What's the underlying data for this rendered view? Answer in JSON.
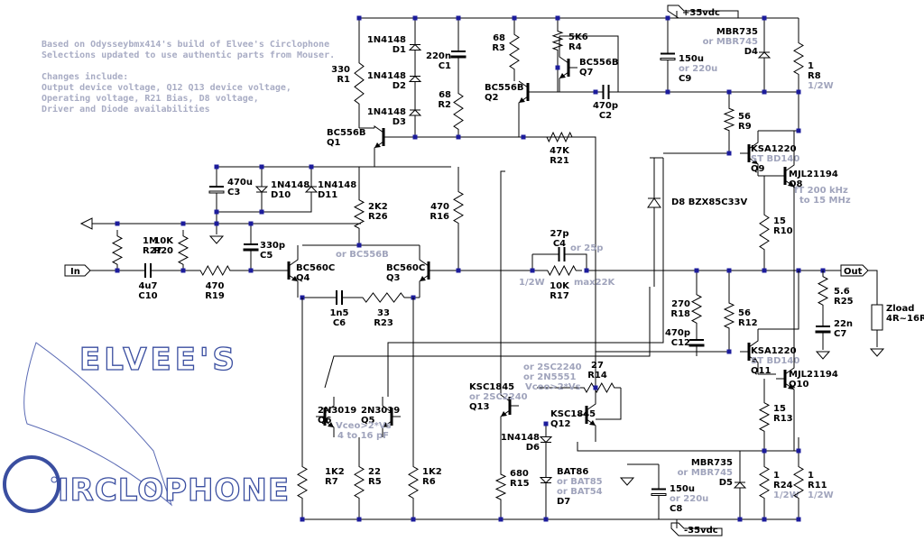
{
  "notes": {
    "lines": [
      "Based on Odysseybmx414's build of Elvee's Circlophone",
      "Selections updated to use authentic parts from Mouser.",
      "",
      "Changes include:",
      "Output device voltage, Q12 Q13 device voltage,",
      "Operating voltage, R21 Bias, D8 voltage,",
      "Driver and Diode availabilities"
    ]
  },
  "logo": {
    "title": "ELVEE'S",
    "name": "CIRCLOPHONE",
    "name_rest": "IRCLOPHONE"
  },
  "rails": {
    "pos": "+35vdc",
    "neg": "-35vdc"
  },
  "ports": {
    "in": "In",
    "out": "Out"
  },
  "load": {
    "name": "Zload",
    "value": "4R~16R"
  },
  "notes_inline": {
    "r17_power": "1/2W",
    "r17_max": "max22K",
    "q5q6_vceo": "Vceo>2*Vs",
    "q5q6_cap": "4 to 16 pF",
    "q13_vceo": "Vceo>2*Vs",
    "q8_ft": "fT 200 kHz",
    "q8_ft2": "to 15 MHz",
    "q4_alt": "or BC556B"
  },
  "parts": {
    "R1": {
      "ref": "R1",
      "value": "330"
    },
    "R2": {
      "ref": "R2",
      "value": "68"
    },
    "R3": {
      "ref": "R3",
      "value": "68"
    },
    "R4": {
      "ref": "R4",
      "value": "5K6"
    },
    "R5": {
      "ref": "R5",
      "value": "22"
    },
    "R6": {
      "ref": "R6",
      "value": "1K2"
    },
    "R7": {
      "ref": "R7",
      "value": "1K2"
    },
    "R8": {
      "ref": "R8",
      "value": "1",
      "note": "1/2W"
    },
    "R9": {
      "ref": "R9",
      "value": "56"
    },
    "R10": {
      "ref": "R10",
      "value": "15"
    },
    "R11": {
      "ref": "R11",
      "value": "1",
      "note": "1/2W"
    },
    "R12": {
      "ref": "R12",
      "value": "56"
    },
    "R13": {
      "ref": "R13",
      "value": "15"
    },
    "R14": {
      "ref": "R14",
      "value": "27"
    },
    "R15": {
      "ref": "R15",
      "value": "680"
    },
    "R16": {
      "ref": "R16",
      "value": "470"
    },
    "R17": {
      "ref": "R17",
      "value": "10K"
    },
    "R18": {
      "ref": "R18",
      "value": "270"
    },
    "R19": {
      "ref": "R19",
      "value": "470"
    },
    "R20": {
      "ref": "R20",
      "value": "10K"
    },
    "R21": {
      "ref": "R21",
      "value": "47K"
    },
    "R23": {
      "ref": "R23",
      "value": "33"
    },
    "R24": {
      "ref": "R24",
      "value": "1",
      "note": "1/2W"
    },
    "R25": {
      "ref": "R25",
      "value": "5.6"
    },
    "R26": {
      "ref": "R26",
      "value": "2K2"
    },
    "R27": {
      "ref": "R27",
      "value": "1M"
    },
    "C1": {
      "ref": "C1",
      "value": "220n"
    },
    "C2": {
      "ref": "C2",
      "value": "470p"
    },
    "C3": {
      "ref": "C3",
      "value": "470u"
    },
    "C4": {
      "ref": "C4",
      "value": "27p",
      "alt": "or 25p"
    },
    "C5": {
      "ref": "C5",
      "value": "330p"
    },
    "C6": {
      "ref": "C6",
      "value": "1n5"
    },
    "C7": {
      "ref": "C7",
      "value": "22n"
    },
    "C8": {
      "ref": "C8",
      "value": "150u",
      "alt": "or 220u"
    },
    "C9": {
      "ref": "C9",
      "value": "150u",
      "alt": "or 220u"
    },
    "C10": {
      "ref": "C10",
      "value": "4u7"
    },
    "C12": {
      "ref": "C12",
      "value": "470p"
    },
    "D1": {
      "ref": "D1",
      "value": "1N4148"
    },
    "D2": {
      "ref": "D2",
      "value": "1N4148"
    },
    "D3": {
      "ref": "D3",
      "value": "1N4148"
    },
    "D4": {
      "ref": "D4",
      "value": "MBR735",
      "alt": "or MBR745"
    },
    "D5": {
      "ref": "D5",
      "value": "MBR735",
      "alt": "or MBR745"
    },
    "D6": {
      "ref": "D6",
      "value": "1N4148"
    },
    "D7": {
      "ref": "D7",
      "value": "BAT86",
      "alt": "or BAT85",
      "alt2": "or BAT54"
    },
    "D8": {
      "ref": "D8",
      "value": "BZX85C33V"
    },
    "D10": {
      "ref": "D10",
      "value": "1N4148"
    },
    "D11": {
      "ref": "D11",
      "value": "1N4148"
    },
    "Q1": {
      "ref": "Q1",
      "value": "BC556B"
    },
    "Q2": {
      "ref": "Q2",
      "value": "BC556B"
    },
    "Q3": {
      "ref": "Q3",
      "value": "BC560C"
    },
    "Q4": {
      "ref": "Q4",
      "value": "BC560C"
    },
    "Q5": {
      "ref": "Q5",
      "value": "2N3019"
    },
    "Q6": {
      "ref": "Q6",
      "value": "2N3019"
    },
    "Q7": {
      "ref": "Q7",
      "value": "BC556B"
    },
    "Q8": {
      "ref": "Q8",
      "value": "MJL21194"
    },
    "Q9": {
      "ref": "Q9",
      "value": "KSA1220",
      "alt": "ST BD140"
    },
    "Q10": {
      "ref": "Q10",
      "value": "MJL21194"
    },
    "Q11": {
      "ref": "Q11",
      "value": "KSA1220",
      "alt": "ST BD140"
    },
    "Q12": {
      "ref": "Q12",
      "value": "KSC1845"
    },
    "Q13": {
      "ref": "Q13",
      "value": "KSC1845",
      "alt": "or 2SC2240",
      "alt2": "or 2N5551"
    }
  }
}
